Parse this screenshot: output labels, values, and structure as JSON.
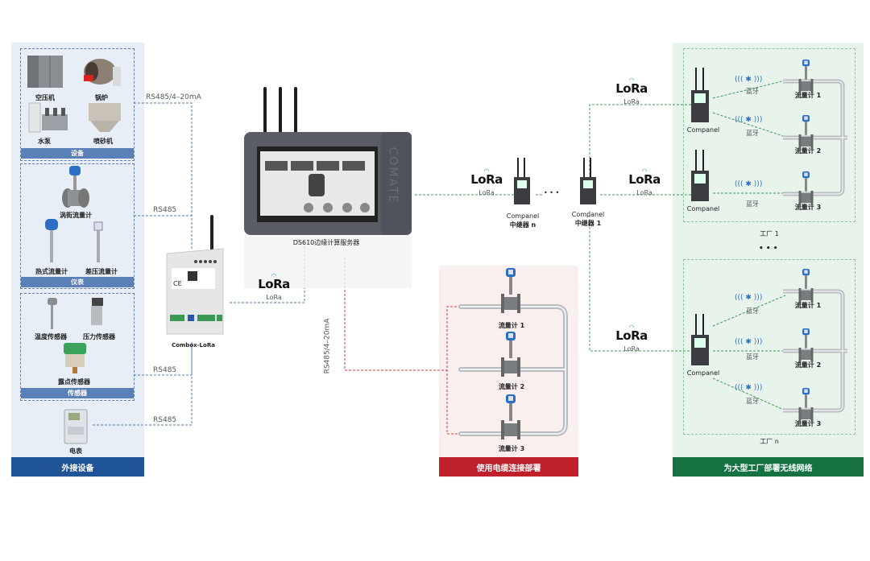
{
  "left_panel": {
    "footer": "外接设备",
    "groups": [
      {
        "title": "设备",
        "items": [
          "空压机",
          "锅炉",
          "水泵",
          "喷砂机"
        ]
      },
      {
        "title": "仪表",
        "items": [
          "涡街流量计",
          "热式流量计",
          "差压流量计"
        ]
      },
      {
        "title": "传感器",
        "items": [
          "温度传感器",
          "压力传感器",
          "露点传感器"
        ]
      }
    ],
    "meter": "电表"
  },
  "connections": {
    "devices": "RS485/4–20mA",
    "instruments": "RS485",
    "sensors": "RS485",
    "meter": "RS485",
    "cable": "RS485/4–20mA"
  },
  "combox": {
    "label": "Combox-LoRa",
    "link": "LoRa"
  },
  "server": {
    "label": "DS610边缘计算服务器",
    "brand": "COMATE"
  },
  "lora": {
    "logo": "LoRa",
    "caption": "LoRa"
  },
  "repeaters": [
    {
      "line1": "Companel",
      "line2": "中继器 n"
    },
    {
      "line1": "Companel",
      "line2": "中继器 1"
    }
  ],
  "ellipsis": "• • •",
  "cable_panel": {
    "footer": "使用电缆连接部署",
    "meters": [
      "流量计 1",
      "流量计 2",
      "流量计 3"
    ]
  },
  "wireless_panel": {
    "footer": "为大型工厂部署无线网络",
    "factories": [
      {
        "name": "工厂 1",
        "gateways": [
          "Companel",
          "Companel"
        ],
        "meters": [
          "流量计 1",
          "流量计 2",
          "流量计 3"
        ],
        "bluetooth": [
          "蓝牙",
          "蓝牙",
          "蓝牙"
        ]
      },
      {
        "name": "工厂 n",
        "gateways": [
          "Companel"
        ],
        "meters": [
          "流量计 1",
          "流量计 2",
          "流量计 3"
        ],
        "bluetooth": [
          "蓝牙",
          "蓝牙",
          "蓝牙"
        ]
      }
    ],
    "ellipsis": "• • •"
  },
  "colors": {
    "blue_footer": "#1f5597",
    "blue_sub": "#5b7fb7",
    "blue_bg": "#e8eef6",
    "red_footer": "#c0202b",
    "red_bg": "#f9efee",
    "green_footer": "#157240",
    "green_bg": "#e8f3ec",
    "lora_blue": "#2a9fd8"
  }
}
